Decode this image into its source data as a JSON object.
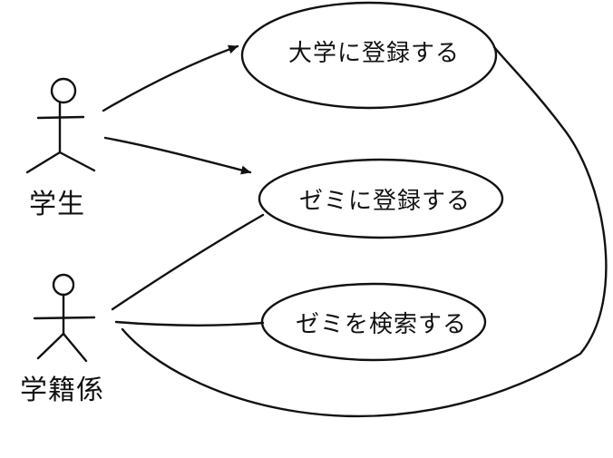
{
  "actors": [
    {
      "id": "student",
      "label": "学生"
    },
    {
      "id": "registrar",
      "label": "学籍係"
    }
  ],
  "use_cases": [
    {
      "id": "register-university",
      "label": "大学に登録する"
    },
    {
      "id": "register-seminar",
      "label": "ゼミに登録する"
    },
    {
      "id": "search-seminar",
      "label": "ゼミを検索する"
    }
  ],
  "relations": [
    {
      "from": "student",
      "to": "register-university",
      "arrow": true
    },
    {
      "from": "student",
      "to": "register-seminar",
      "arrow": true
    },
    {
      "from": "registrar",
      "to": "register-seminar",
      "arrow": false
    },
    {
      "from": "registrar",
      "to": "search-seminar",
      "arrow": false
    },
    {
      "from": "registrar",
      "to": "register-university",
      "arrow": false
    }
  ]
}
